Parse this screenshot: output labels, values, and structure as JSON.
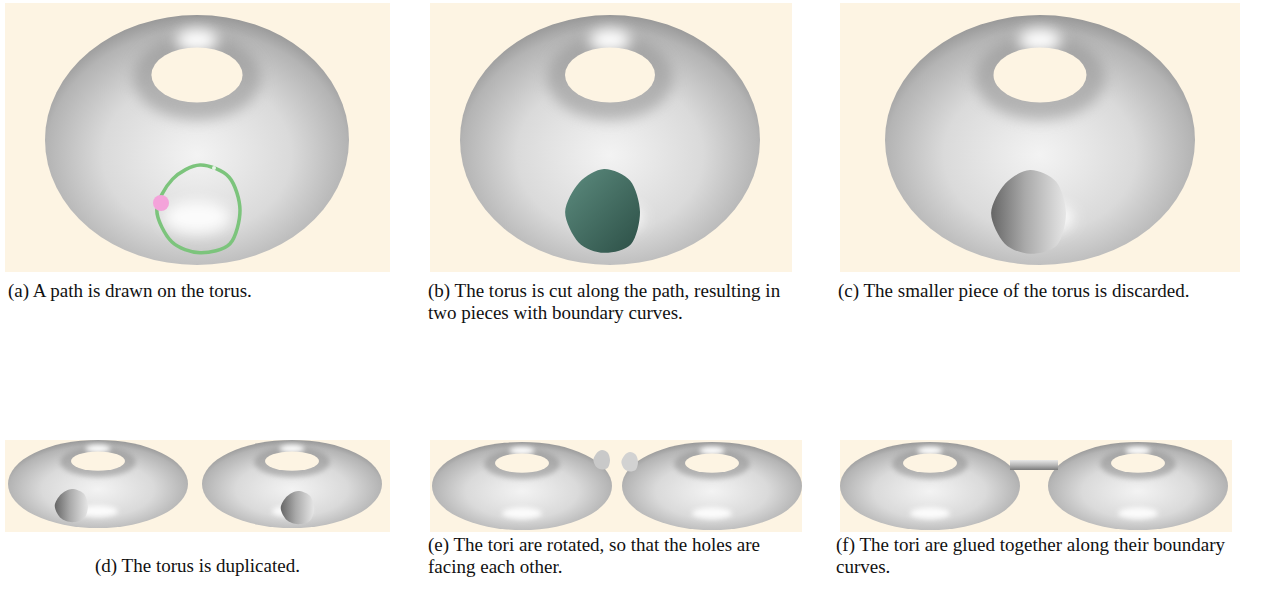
{
  "diagram": {
    "labels": [
      "(a) A path is drawn on the torus.",
      "(b) The torus is cut along the path, resulting in two pieces with boundary curves.",
      "(c) The smaller piece of the torus is discarded.",
      "(d) The torus is duplicated.",
      "(e) The tori are rotated, so that the holes are facing each other.",
      "(f) The tori are glued together along their boundary curves."
    ]
  }
}
